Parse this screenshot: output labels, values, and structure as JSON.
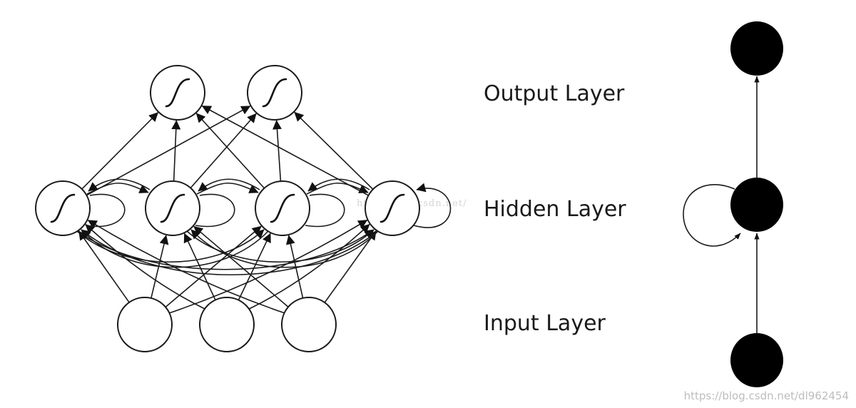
{
  "labels": {
    "output": "Output Layer",
    "hidden": "Hidden Layer",
    "input": "Input Layer"
  },
  "watermark": {
    "center": "http://blog.csdn.net/",
    "corner": "https://blog.csdn.net/dl962454"
  },
  "network": {
    "input_nodes": 3,
    "hidden_nodes": 4,
    "output_nodes": 2,
    "hidden_activation_icon": "sigmoid-icon",
    "output_activation_icon": "sigmoid-icon"
  },
  "colors": {
    "stroke": "#1a1a1a",
    "folded_node_fill": "#000000",
    "background": "#ffffff"
  }
}
